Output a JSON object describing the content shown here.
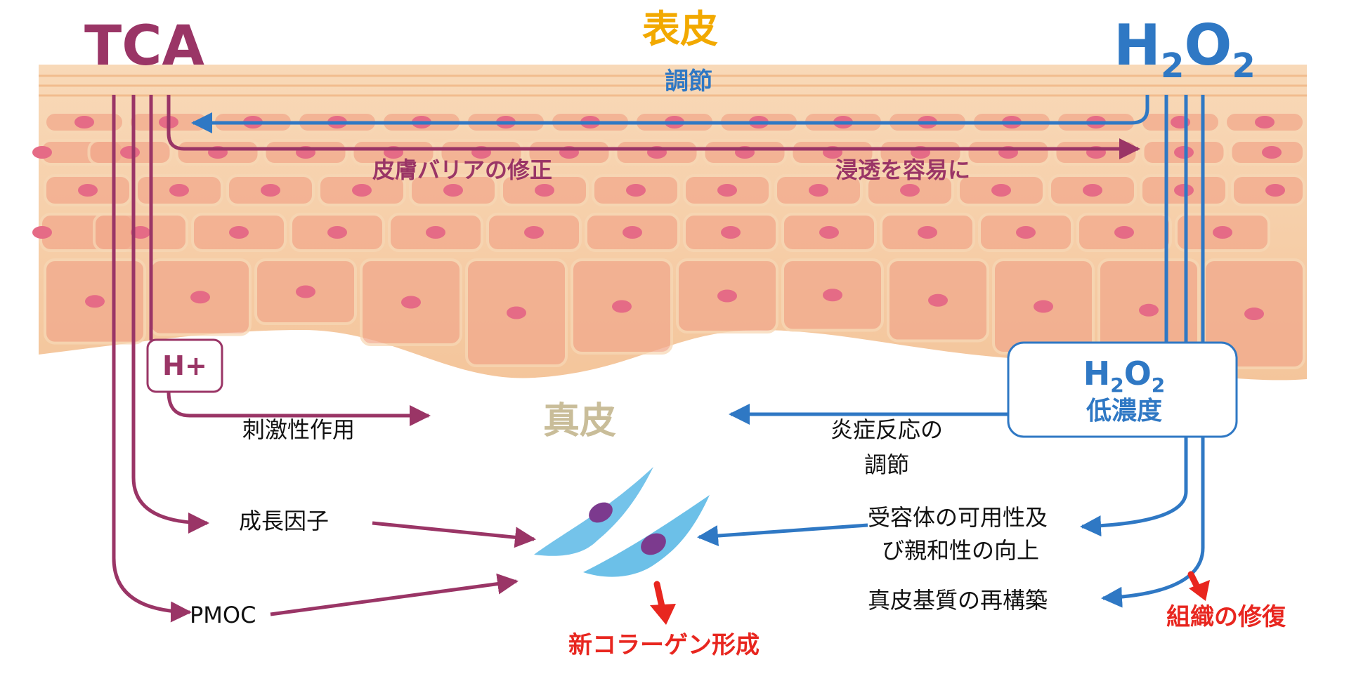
{
  "labels": {
    "tca": "TCA",
    "h2o2_top_h": "H",
    "h2o2_top_sub1": "2",
    "h2o2_top_o": "O",
    "h2o2_top_sub2": "2",
    "epidermis": "表皮",
    "regulation_top": "調節",
    "barrier_repair": "皮膚バリアの修正",
    "penetration": "浸透を容易に",
    "h_plus": "H+",
    "dermis": "真皮",
    "h2o2_box_h": "H",
    "h2o2_box_sub1": "2",
    "h2o2_box_o": "O",
    "h2o2_box_sub2": "2",
    "low_concentration": "低濃度",
    "irritant_action": "刺激性作用",
    "inflammation_line1": "炎症反応の",
    "inflammation_line2": "調節",
    "growth_factor": "成長因子",
    "receptor_line1": "受容体の可用性及",
    "receptor_line2": "び親和性の向上",
    "pmoc": "PMOC",
    "dermal_matrix": "真皮基質の再構築",
    "new_collagen": "新コラーゲン形成",
    "tissue_repair": "組織の修復"
  },
  "colors": {
    "tca": "#9a3566",
    "h2o2": "#2f78c4",
    "epidermis_label": "#f2a900",
    "dermis_label": "#c9bd99",
    "result_red": "#e8261f",
    "skin_bg": "#f6c9a0",
    "cell_fill": "#f2a98c",
    "nucleus": "#e56b86",
    "fibroblast": "#5cb9e6",
    "fibroblast_nucleus": "#7c3a8e"
  }
}
